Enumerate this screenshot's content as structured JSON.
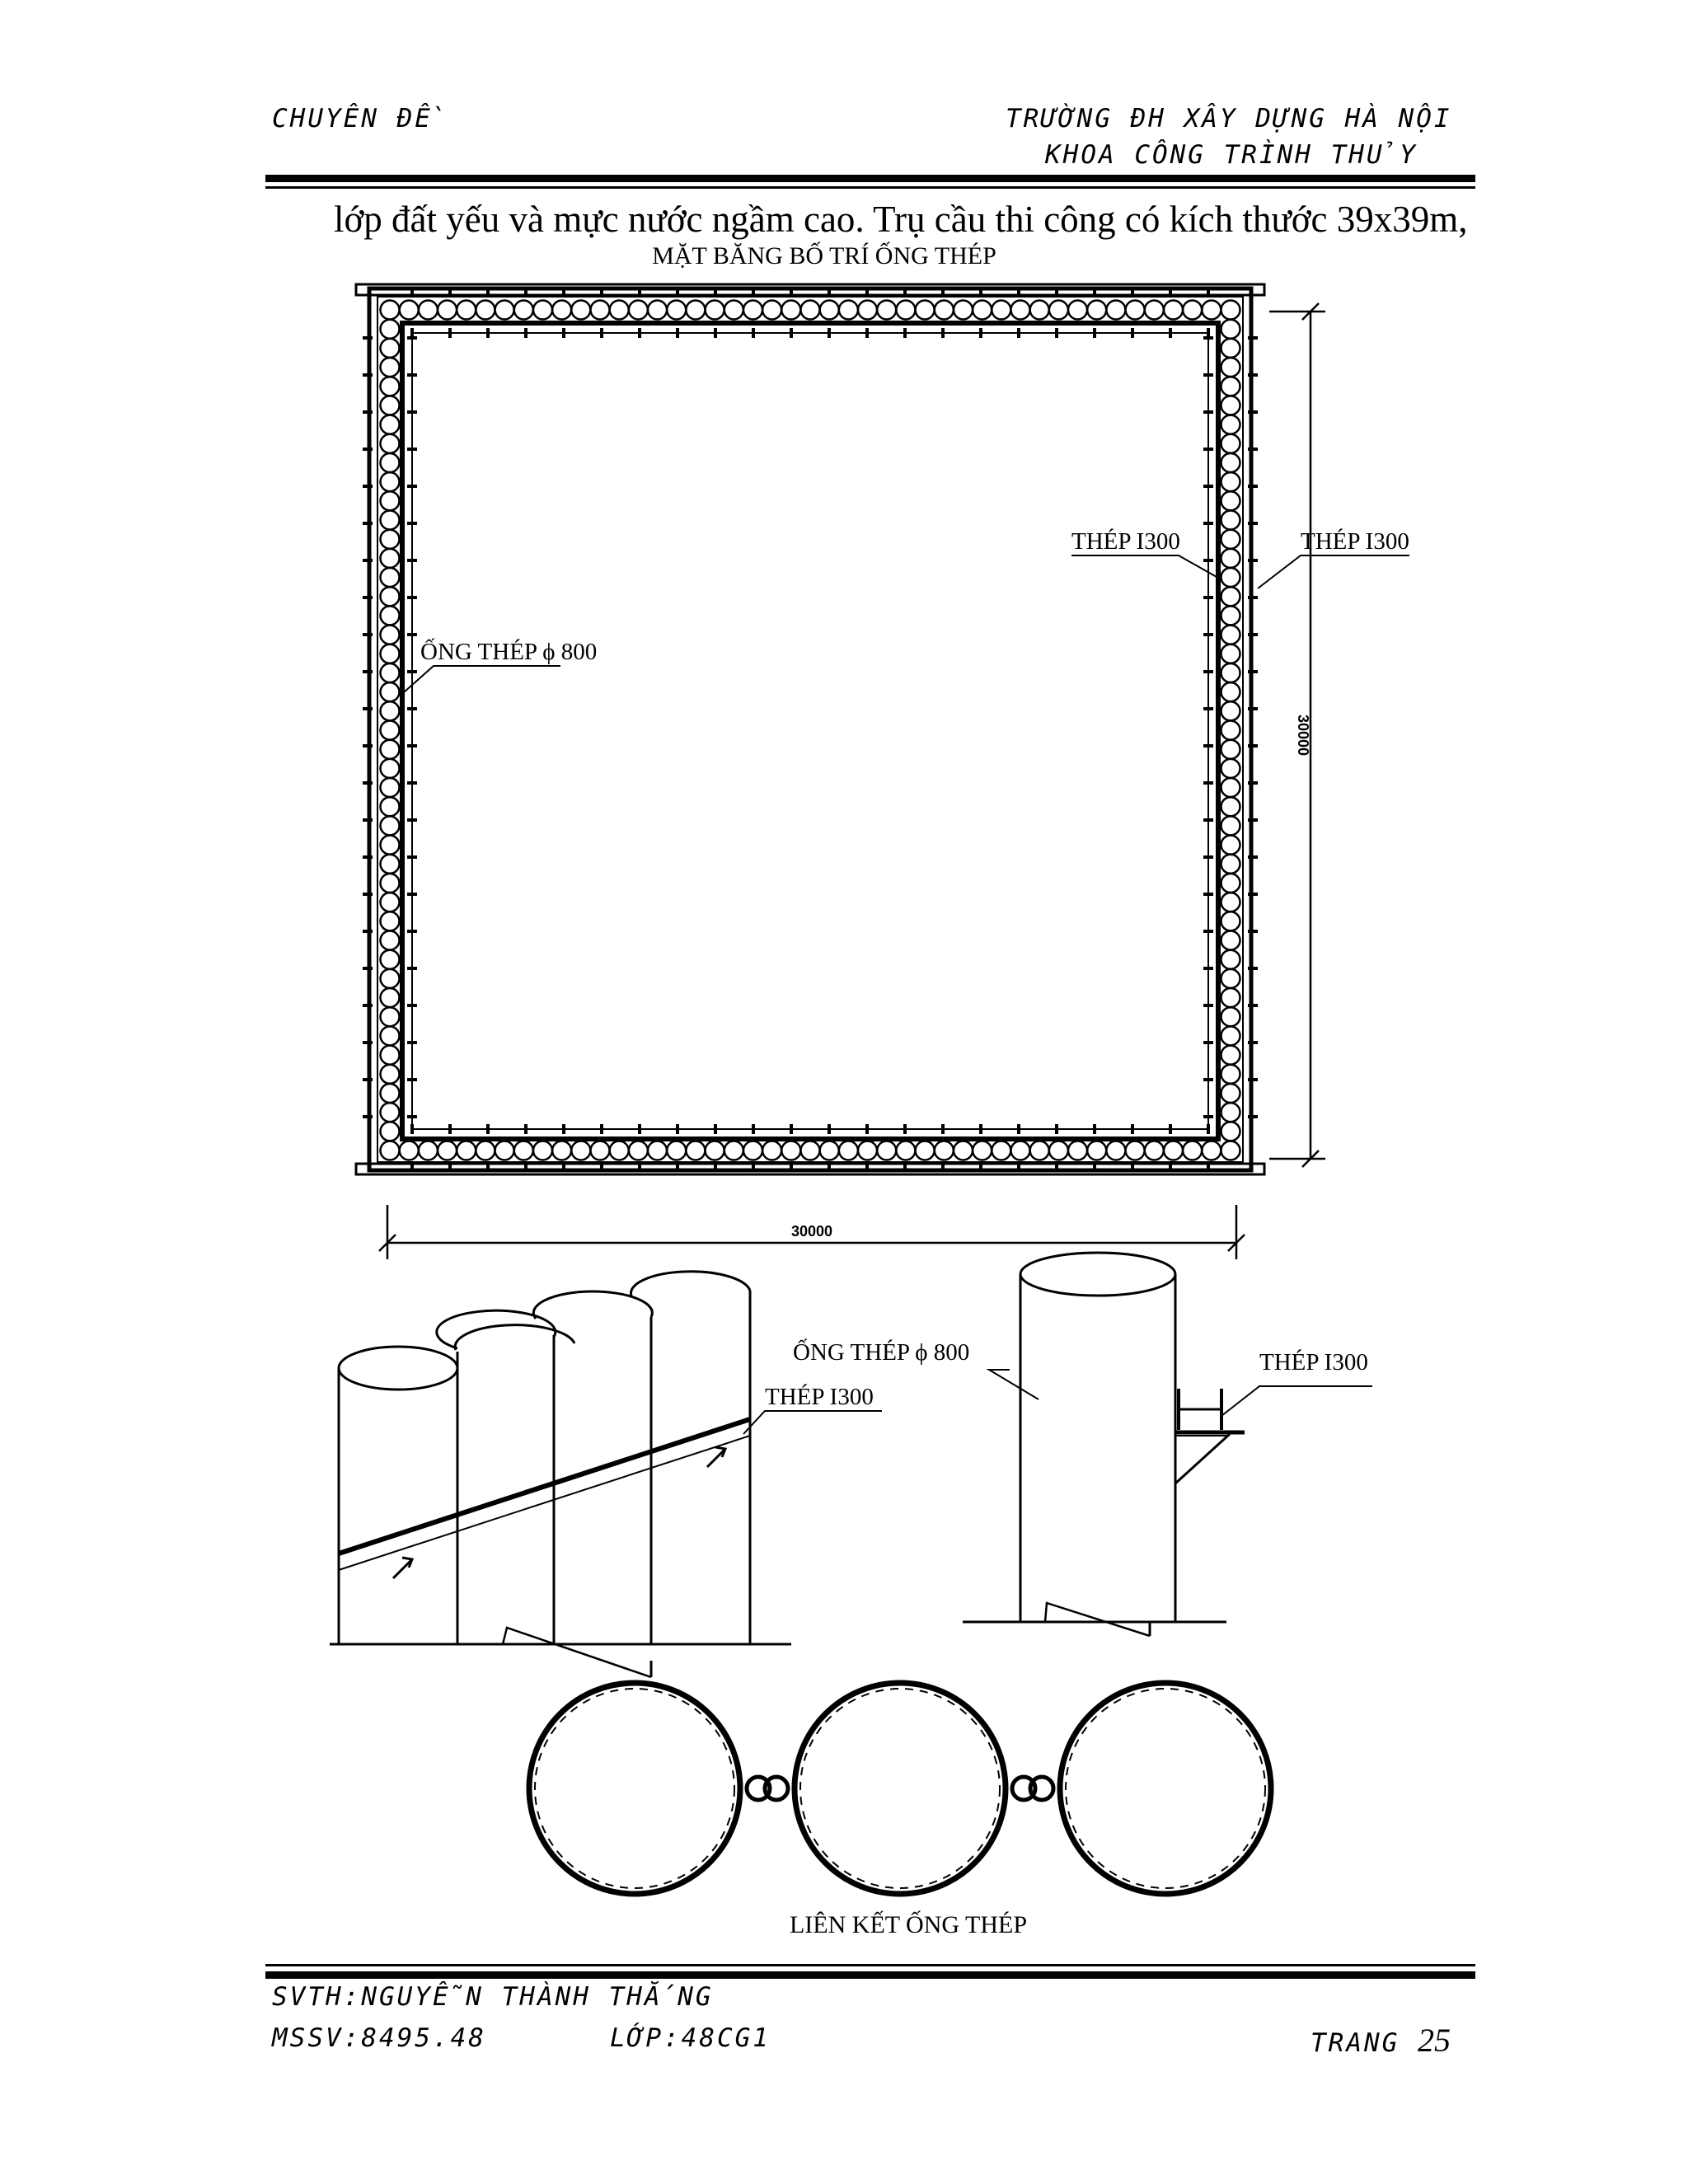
{
  "header": {
    "left": "CHUYÊN ĐỀ",
    "right_line1": "TRƯỜNG ĐH XÂY DỰNG HÀ NỘI",
    "right_line2": "KHOA CÔNG TRÌNH THỦY"
  },
  "body_line": "lớp đất yếu và mực nước ngầm cao. Trụ cầu thi công có kích thước 39x39m,",
  "plan": {
    "title": "MẶT BĂNG BỐ TRÍ ỐNG THÉP",
    "label_inner_beam": "THÉP I300",
    "label_outer_beam": "THÉP I300",
    "label_pipe": "ỐNG THÉP ϕ 800",
    "dim_vertical": "30000",
    "dim_horizontal": "30000"
  },
  "elevation": {
    "label_beam_left": "THÉP I300",
    "label_pipe": "ỐNG THÉP ϕ 800",
    "label_beam_right": "THÉP I300"
  },
  "connection": {
    "title": "LIÊN KẾT ỐNG THÉP"
  },
  "footer": {
    "student": "SVTH:NGUYỄN THÀNH THẮNG",
    "student_id": "MSSV:8495.48",
    "class": "LỚP:48CG1",
    "page_label": "TRANG",
    "page_number": "25"
  }
}
